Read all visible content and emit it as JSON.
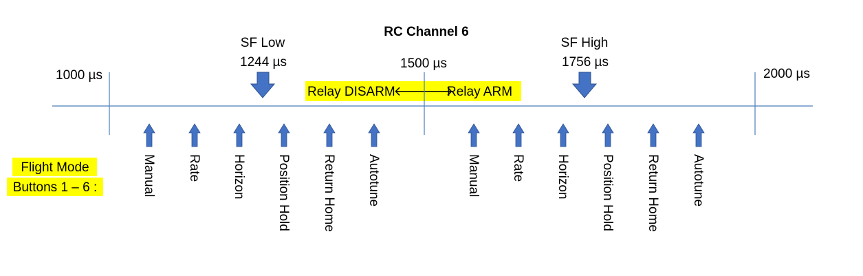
{
  "title": "RC Channel 6",
  "ticks": [
    {
      "label": "1000 µs"
    },
    {
      "label": "1500 µs"
    },
    {
      "label": "2000 µs"
    }
  ],
  "markers": [
    {
      "name": "SF Low",
      "value": "1244 µs"
    },
    {
      "name": "SF High",
      "value": "1756 µs"
    }
  ],
  "relay": {
    "disarm": "Relay DISARM",
    "left_arrow": "🡐",
    "right_arrow": "🡒",
    "arm": "Relay ARM"
  },
  "flight_mode": {
    "line1": "Flight Mode",
    "line2": "Buttons 1 – 6 :"
  },
  "modes": [
    "Manual",
    "Rate",
    "Horizon",
    "Position Hold",
    "Return Home",
    "Autotune"
  ],
  "colors": {
    "line": "#4a7ebb",
    "arrow": "#4472c4",
    "highlight": "#ffff00"
  }
}
